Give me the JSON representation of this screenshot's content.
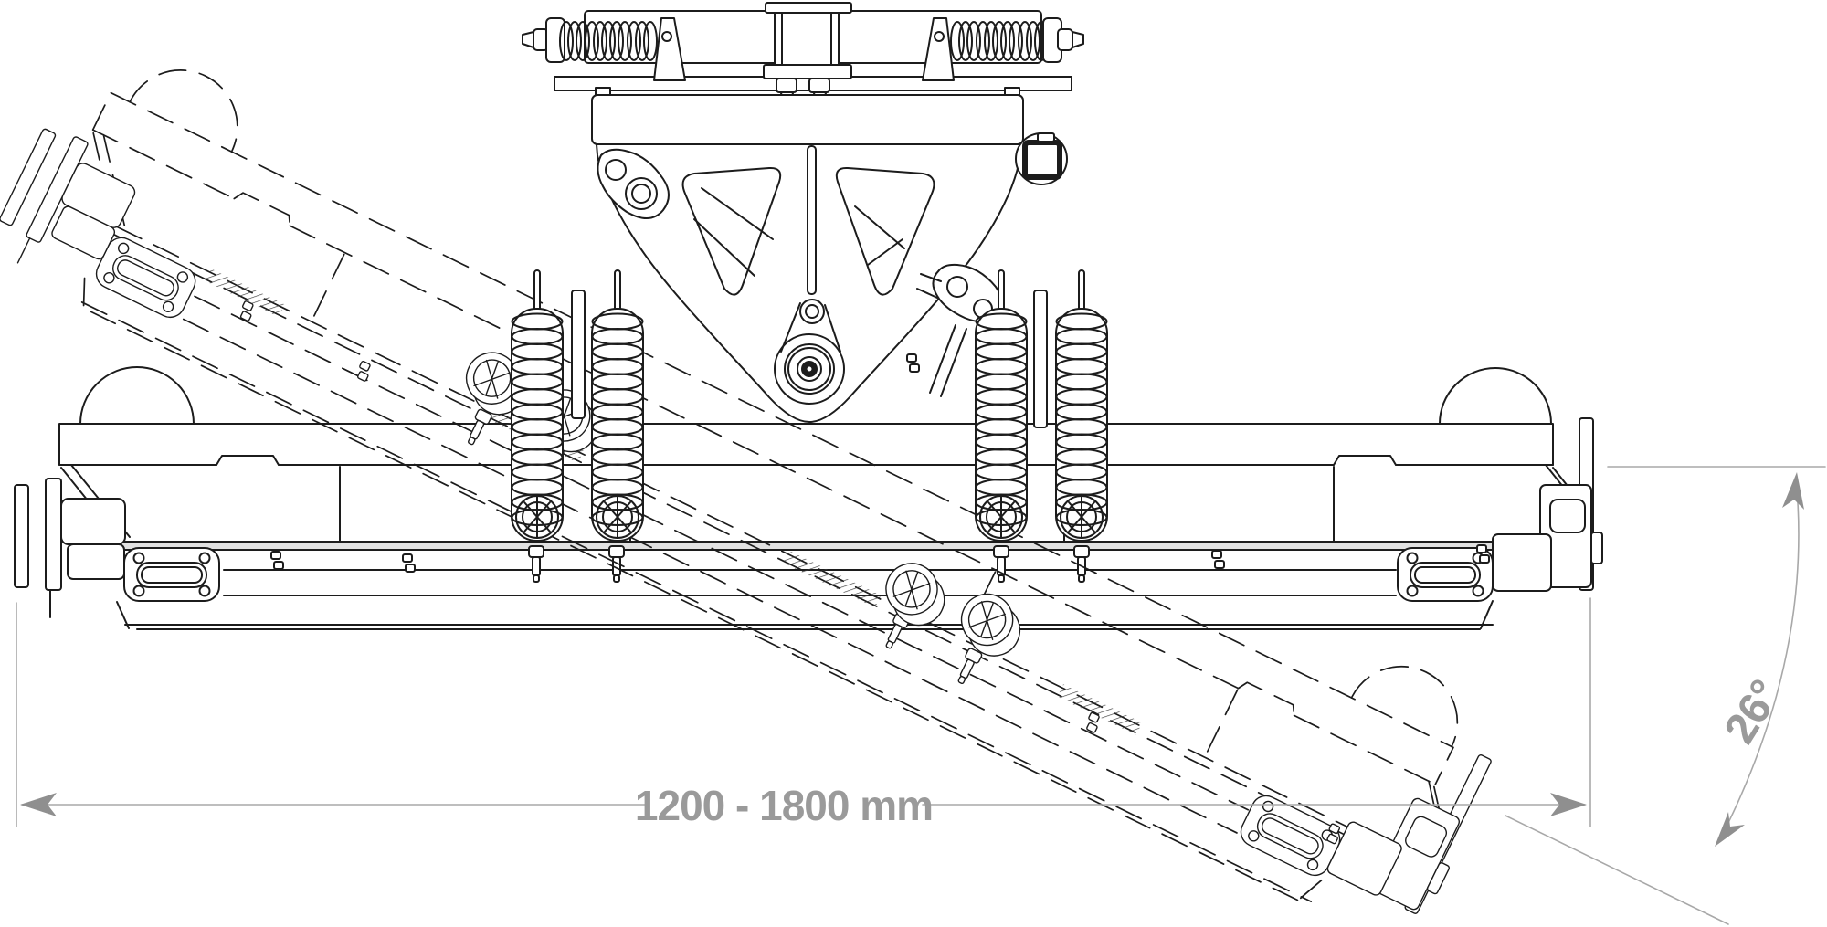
{
  "drawing": {
    "title": "Adjustable mounted implement technical drawing",
    "background_color": "#ffffff",
    "ink_color": "#1c1c1c",
    "dimension_color": "#9a9a9a",
    "annotations": {
      "width_label": "1200 - 1800 mm",
      "angle_label": "26°"
    },
    "components": [
      "top-linkage-frame-with-horizontal-springs",
      "center-hitch-block",
      "triangular-mounting-head-plate",
      "center-pivot-bearing",
      "vertical-tension-spring-pairs",
      "main-implement-body",
      "end-plates-with-obround-slots",
      "outboard-brackets",
      "phantom-body-tilted-26-degrees",
      "width-dimension",
      "angle-dimension"
    ]
  }
}
